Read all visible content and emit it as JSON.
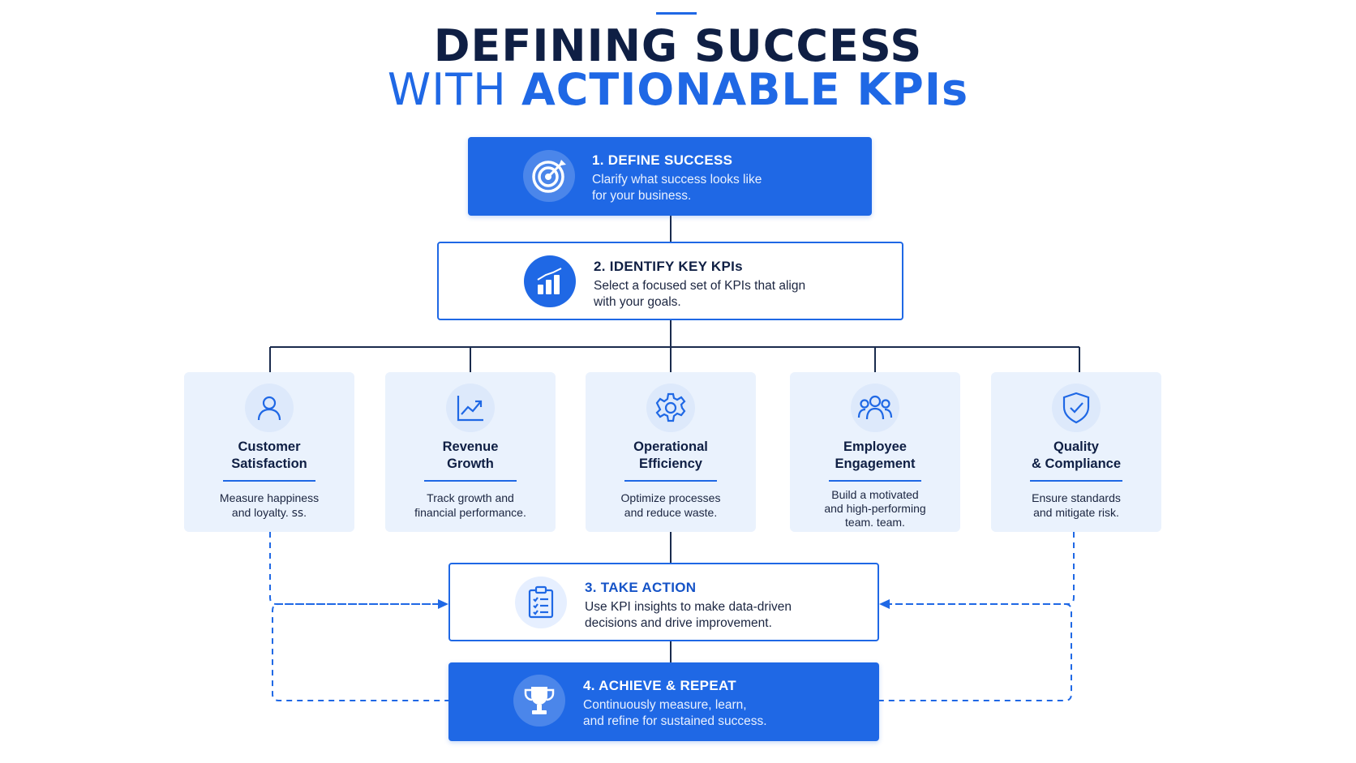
{
  "title": {
    "line1": "DEFINING SUCCESS",
    "line2_light": "WITH ",
    "line2_bold": "ACTIONABLE KPIs"
  },
  "steps": [
    {
      "title": "1. DEFINE SUCCESS",
      "desc_lines": [
        "Clarify what success looks like",
        "for your business."
      ],
      "icon": "target-icon"
    },
    {
      "title": "2. IDENTIFY KEY KPIs",
      "desc_lines": [
        "Select a focused set of KPIs that align",
        "with your goals."
      ],
      "icon": "bar-chart-icon"
    },
    {
      "title": "3. TAKE ACTION",
      "desc_lines": [
        "Use KPI insights to make data-driven",
        "decisions and drive improvement."
      ],
      "icon": "clipboard-checklist-icon"
    },
    {
      "title": "4. ACHIEVE & REPEAT",
      "desc_lines": [
        "Continuously measure, learn,",
        "and refine for sustained success."
      ],
      "icon": "trophy-icon"
    }
  ],
  "kpis": [
    {
      "title_lines": [
        "Customer",
        "Satisfaction"
      ],
      "desc_lines": [
        "Measure happiness",
        "and loyalty. ꜱꜱ."
      ],
      "icon": "user-icon"
    },
    {
      "title_lines": [
        "Revenue",
        "Growth"
      ],
      "desc_lines": [
        "Track growth and",
        "financial performance."
      ],
      "icon": "trend-up-icon"
    },
    {
      "title_lines": [
        "Operational",
        "Efficiency"
      ],
      "desc_lines": [
        "Optimize processes",
        "and reduce waste."
      ],
      "icon": "gear-icon"
    },
    {
      "title_lines": [
        "Employee",
        "Engagement"
      ],
      "desc_lines": [
        "Build a motivated",
        "and high-performing",
        "team.   team."
      ],
      "icon": "team-icon"
    },
    {
      "title_lines": [
        "Quality",
        "& Compliance"
      ],
      "desc_lines": [
        "Ensure standards",
        "and mitigate risk."
      ],
      "icon": "shield-check-icon"
    }
  ],
  "colors": {
    "primary": "#1f68e5",
    "dark_text": "#0f1f44",
    "card_bg": "#eaf2fd",
    "connector": "#1a2b4d"
  }
}
